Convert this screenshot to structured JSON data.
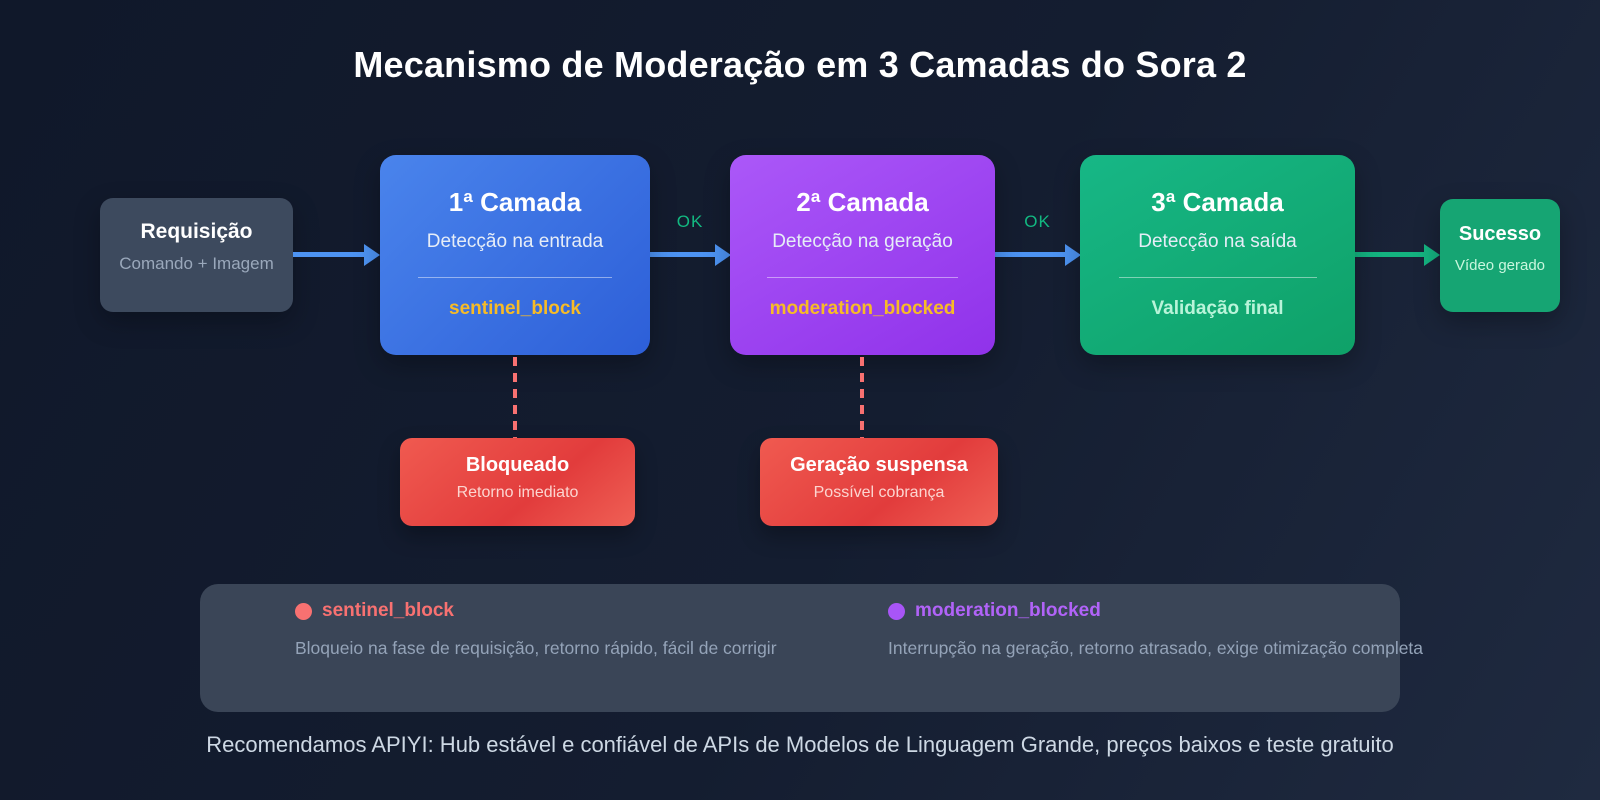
{
  "title": "Mecanismo de Moderação em 3 Camadas do Sora 2",
  "flow": {
    "request": {
      "title": "Requisição",
      "subtitle": "Comando + Imagem"
    },
    "layers": [
      {
        "title": "1ª Camada",
        "subtitle": "Detecção na entrada",
        "tag": "sentinel_block"
      },
      {
        "title": "2ª Camada",
        "subtitle": "Detecção na geração",
        "tag": "moderation_blocked"
      },
      {
        "title": "3ª Camada",
        "subtitle": "Detecção na saída",
        "tag": "Validação final"
      }
    ],
    "success": {
      "title": "Sucesso",
      "subtitle": "Vídeo gerado"
    },
    "ok_label": "OK"
  },
  "failures": [
    {
      "title": "Bloqueado",
      "subtitle": "Retorno imediato"
    },
    {
      "title": "Geração suspensa",
      "subtitle": "Possível cobrança"
    }
  ],
  "legend": {
    "items": [
      {
        "label": "sentinel_block",
        "description": "Bloqueio na fase de requisição, retorno rápido, fácil de corrigir",
        "color": "#f87171"
      },
      {
        "label": "moderation_blocked",
        "description": "Interrupção na geração, retorno atrasado, exige otimização completa",
        "color": "#a855f7"
      }
    ]
  },
  "footer": "Recomendamos APIYI: Hub estável e confiável de APIs de Modelos de Linguagem Grande, preços baixos e teste gratuito",
  "colors": {
    "background": "#131c2e",
    "layer1_blue": "#2d5fd8",
    "layer2_purple": "#9032ea",
    "layer3_green": "#0fa168",
    "success_green": "#16a573",
    "failure_red": "#e23c3c",
    "tag_yellow": "#f7bb26",
    "ok_green": "#12b981",
    "arrow_blue": "#4d93f2",
    "dashed_salmon": "#f87171",
    "legend_bg": "#3a4557"
  }
}
